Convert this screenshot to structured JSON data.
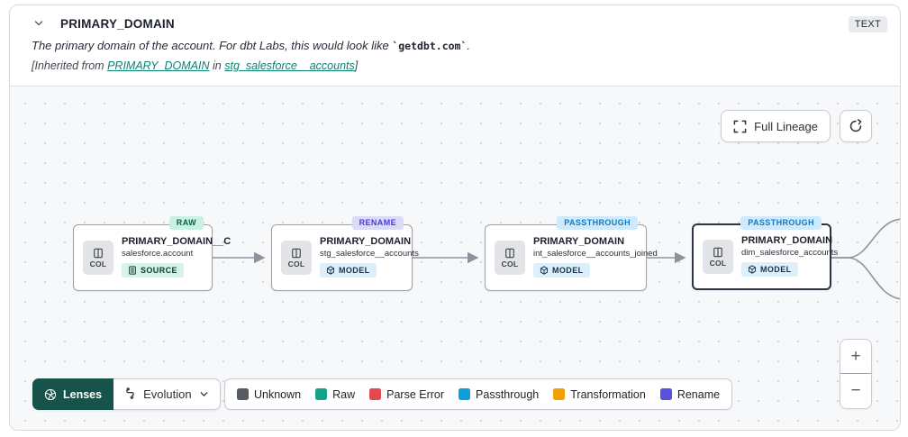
{
  "header": {
    "title": "PRIMARY_DOMAIN",
    "type_badge": "TEXT",
    "description_prefix": "The primary domain of the account. For dbt Labs, this would look like ",
    "description_code": "`getdbt.com`",
    "description_suffix": ".",
    "inherited_prefix": "[Inherited from ",
    "inherited_link_column": "PRIMARY_DOMAIN",
    "inherited_mid": " in ",
    "inherited_link_model": "stg_salesforce__accounts",
    "inherited_suffix": "]"
  },
  "toolbar": {
    "full_lineage_label": "Full Lineage"
  },
  "nodes": [
    {
      "title": "PRIMARY_DOMAIN__C",
      "subtitle": "salesforce.account",
      "resource_type": "SOURCE",
      "status_badge": "RAW",
      "col_label": "COL",
      "selected": false
    },
    {
      "title": "PRIMARY_DOMAIN",
      "subtitle": "stg_salesforce__accounts",
      "resource_type": "MODEL",
      "status_badge": "RENAME",
      "col_label": "COL",
      "selected": false
    },
    {
      "title": "PRIMARY_DOMAIN",
      "subtitle": "int_salesforce__accounts_joined",
      "resource_type": "MODEL",
      "status_badge": "PASSTHROUGH",
      "col_label": "COL",
      "selected": false
    },
    {
      "title": "PRIMARY_DOMAIN",
      "subtitle": "dim_salesforce_accounts",
      "resource_type": "MODEL",
      "status_badge": "PASSTHROUGH",
      "col_label": "COL",
      "selected": true
    }
  ],
  "lenses": {
    "label": "Lenses",
    "selected_lens": "Evolution"
  },
  "legend": [
    {
      "label": "Unknown",
      "color": "#575c63"
    },
    {
      "label": "Raw",
      "color": "#13a38a"
    },
    {
      "label": "Parse Error",
      "color": "#e3484f"
    },
    {
      "label": "Passthrough",
      "color": "#0d9fd9"
    },
    {
      "label": "Transformation",
      "color": "#efa302"
    },
    {
      "label": "Rename",
      "color": "#5753de"
    }
  ],
  "zoom_controls": {
    "zoom_in": "+",
    "zoom_out": "−"
  },
  "colors": {
    "raw_badge_bg": "#c9f1e3",
    "rename_badge_bg": "#dcdaf9",
    "passthrough_badge_bg": "#cfeafc",
    "lenses_button_bg": "#17534a",
    "link_teal": "#0c8270",
    "canvas_bg": "#f7f8fa",
    "edge": "#8d939c"
  }
}
